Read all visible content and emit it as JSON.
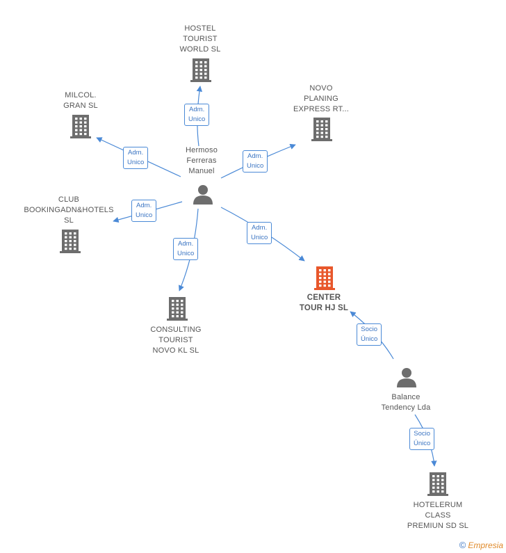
{
  "nodes": {
    "hostel": {
      "label": "HOSTEL\nTOURIST\nWORLD SL"
    },
    "milcol": {
      "label": "MILCOL.\nGRAN SL"
    },
    "novo_planing": {
      "label": "NOVO\nPLANING\nEXPRESS RT..."
    },
    "club": {
      "label": "CLUB\nBOOKINGADN&HOTELS\nSL"
    },
    "consulting": {
      "label": "CONSULTING\nTOURIST\nNOVO KL  SL"
    },
    "center": {
      "label": "CENTER\nTOUR HJ  SL"
    },
    "hermoso": {
      "label": "Hermoso\nFerreras\nManuel"
    },
    "balance": {
      "label": "Balance\nTendency Lda"
    },
    "hotelerum": {
      "label": "HOTELERUM\nCLASS\nPREMIUN SD  SL"
    }
  },
  "edges": {
    "e1": "Adm.\nUnico",
    "e2": "Adm.\nUnico",
    "e3": "Adm.\nUnico",
    "e4": "Adm.\nUnico",
    "e5": "Adm.\nUnico",
    "e6": "Adm.\nUnico",
    "e7": "Socio\nÚnico",
    "e8": "Socio\nÚnico"
  },
  "colors": {
    "building": "#6d6d6d",
    "building_main": "#e8572b",
    "person": "#6d6d6d",
    "edge": "#4a89d6"
  },
  "watermark": {
    "symbol": "©",
    "brand": "Empresia"
  }
}
